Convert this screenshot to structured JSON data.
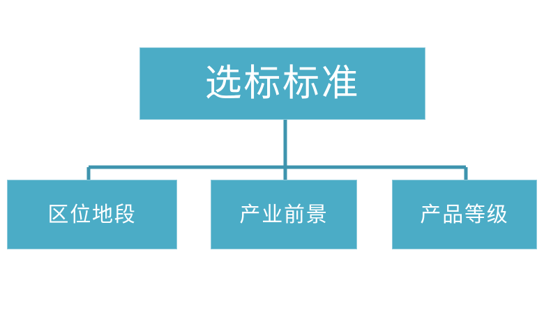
{
  "diagram": {
    "type": "hierarchy-org-chart",
    "background_color": "#FFFFFF",
    "node_fill_color": "#4BACC6",
    "node_border_color": "#8FCBDC",
    "node_text_color": "#FFFFFF",
    "connector_color": "#3E94AE",
    "root": {
      "label": "选标标准"
    },
    "children": [
      {
        "label": "区位地段"
      },
      {
        "label": "产业前景"
      },
      {
        "label": "产品等级"
      }
    ]
  }
}
